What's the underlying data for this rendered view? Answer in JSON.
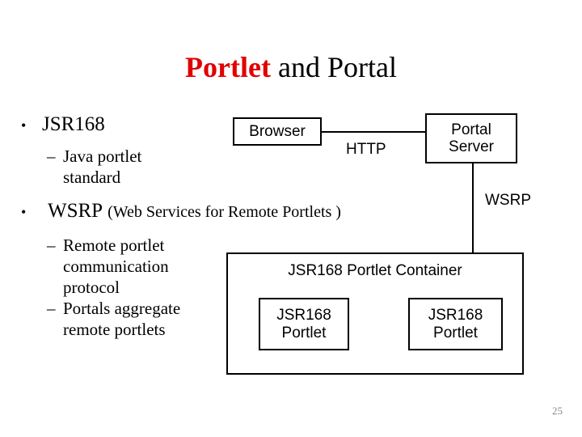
{
  "slide": {
    "title": {
      "highlight": "Portlet",
      "rest": " and Portal"
    },
    "page_number": "25",
    "accent_color": "#e00000",
    "text_color": "#000000",
    "background_color": "#ffffff"
  },
  "outline": {
    "bullets": [
      {
        "marker": "•",
        "text": "JSR168",
        "sub": [
          {
            "marker": "–",
            "lines": [
              "Java portlet",
              "standard"
            ]
          }
        ]
      },
      {
        "marker": "•",
        "text": "WSRP",
        "annotation": "(Web Services for Remote Portlets )",
        "sub": [
          {
            "marker": "–",
            "lines": [
              "Remote portlet",
              "communication",
              "protocol"
            ]
          },
          {
            "marker": "–",
            "lines": [
              "Portals aggregate",
              "remote portlets"
            ]
          }
        ]
      }
    ]
  },
  "diagram": {
    "browser_box": {
      "label": "Browser"
    },
    "portal_server_box": {
      "line1": "Portal",
      "line2": "Server"
    },
    "http_label": "HTTP",
    "wsrp_label": "WSRP",
    "container_box": {
      "title": "JSR168 Portlet Container"
    },
    "portlet_boxes": [
      {
        "line1": "JSR168",
        "line2": "Portlet"
      },
      {
        "line1": "JSR168",
        "line2": "Portlet"
      }
    ]
  }
}
